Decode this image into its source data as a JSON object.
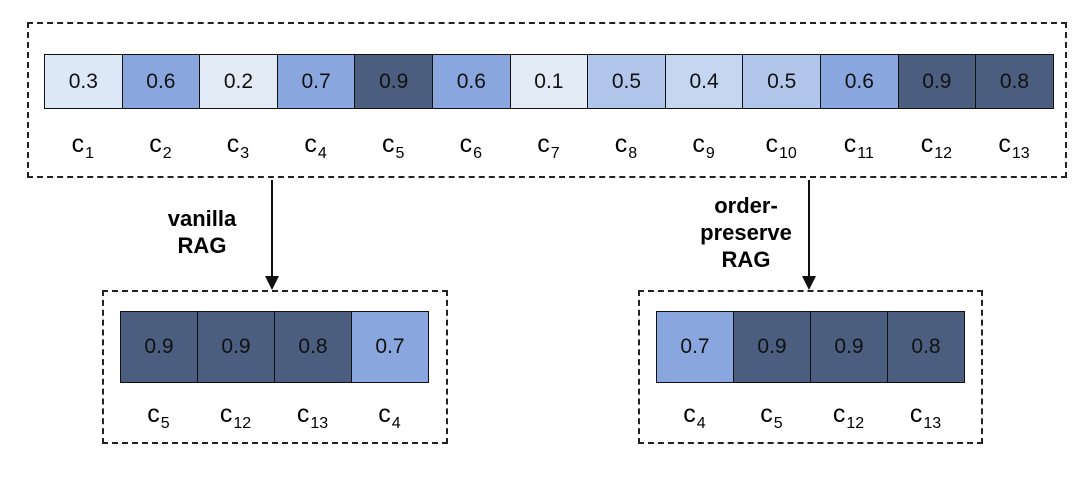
{
  "colors": {
    "low": "#dde8f7",
    "very_low": "#e2eaf6",
    "mid_light": "#c5d6f0",
    "mid": "#b2c5ea",
    "medium": "#8aa6de",
    "dark": "#4b5e7f"
  },
  "top_row": [
    {
      "value": "0.3",
      "label": "c",
      "sub": "1",
      "shade": "low"
    },
    {
      "value": "0.6",
      "label": "c",
      "sub": "2",
      "shade": "medium"
    },
    {
      "value": "0.2",
      "label": "c",
      "sub": "3",
      "shade": "very_low"
    },
    {
      "value": "0.7",
      "label": "c",
      "sub": "4",
      "shade": "medium"
    },
    {
      "value": "0.9",
      "label": "c",
      "sub": "5",
      "shade": "dark"
    },
    {
      "value": "0.6",
      "label": "c",
      "sub": "6",
      "shade": "medium"
    },
    {
      "value": "0.1",
      "label": "c",
      "sub": "7",
      "shade": "very_low"
    },
    {
      "value": "0.5",
      "label": "c",
      "sub": "8",
      "shade": "mid"
    },
    {
      "value": "0.4",
      "label": "c",
      "sub": "9",
      "shade": "mid_light"
    },
    {
      "value": "0.5",
      "label": "c",
      "sub": "10",
      "shade": "mid"
    },
    {
      "value": "0.6",
      "label": "c",
      "sub": "11",
      "shade": "medium"
    },
    {
      "value": "0.9",
      "label": "c",
      "sub": "12",
      "shade": "dark"
    },
    {
      "value": "0.8",
      "label": "c",
      "sub": "13",
      "shade": "dark"
    }
  ],
  "vanilla": {
    "caption_line1": "vanilla",
    "caption_line2": "RAG",
    "row": [
      {
        "value": "0.9",
        "label": "c",
        "sub": "5",
        "shade": "dark"
      },
      {
        "value": "0.9",
        "label": "c",
        "sub": "12",
        "shade": "dark"
      },
      {
        "value": "0.8",
        "label": "c",
        "sub": "13",
        "shade": "dark"
      },
      {
        "value": "0.7",
        "label": "c",
        "sub": "4",
        "shade": "medium"
      }
    ]
  },
  "order_preserve": {
    "caption_line1": "order-",
    "caption_line2": "preserve",
    "caption_line3": "RAG",
    "row": [
      {
        "value": "0.7",
        "label": "c",
        "sub": "4",
        "shade": "medium"
      },
      {
        "value": "0.9",
        "label": "c",
        "sub": "5",
        "shade": "dark"
      },
      {
        "value": "0.9",
        "label": "c",
        "sub": "12",
        "shade": "dark"
      },
      {
        "value": "0.8",
        "label": "c",
        "sub": "13",
        "shade": "dark"
      }
    ]
  }
}
